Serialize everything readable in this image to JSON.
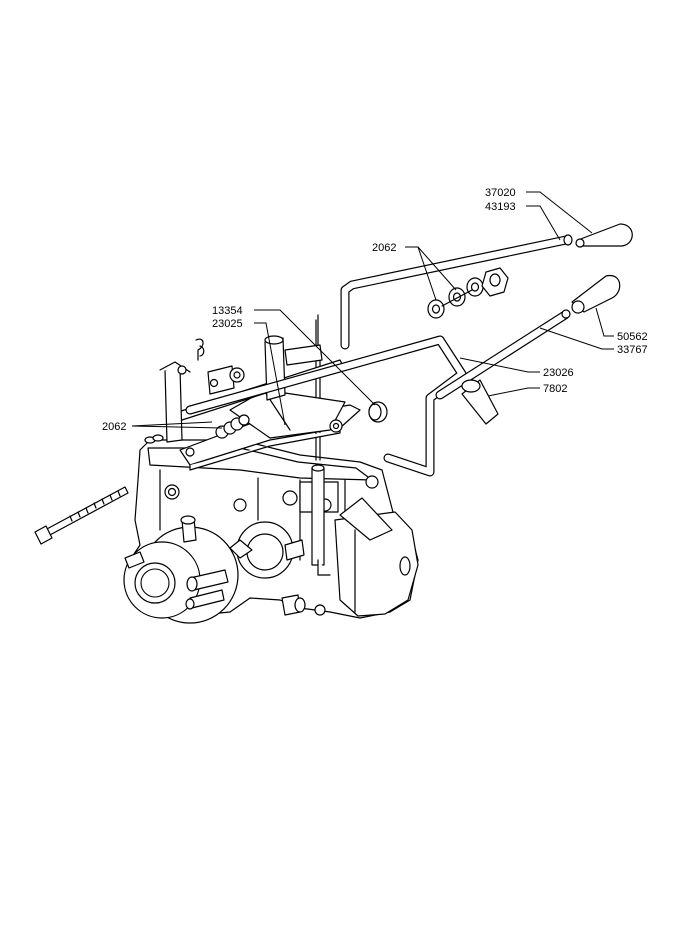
{
  "labels": {
    "p37020": "37020",
    "p43193": "43193",
    "p2062_top": "2062",
    "p13354": "13354",
    "p23025": "23025",
    "p50562": "50562",
    "p33767": "33767",
    "p23026": "23026",
    "p7802": "7802",
    "p2062_left": "2062"
  }
}
